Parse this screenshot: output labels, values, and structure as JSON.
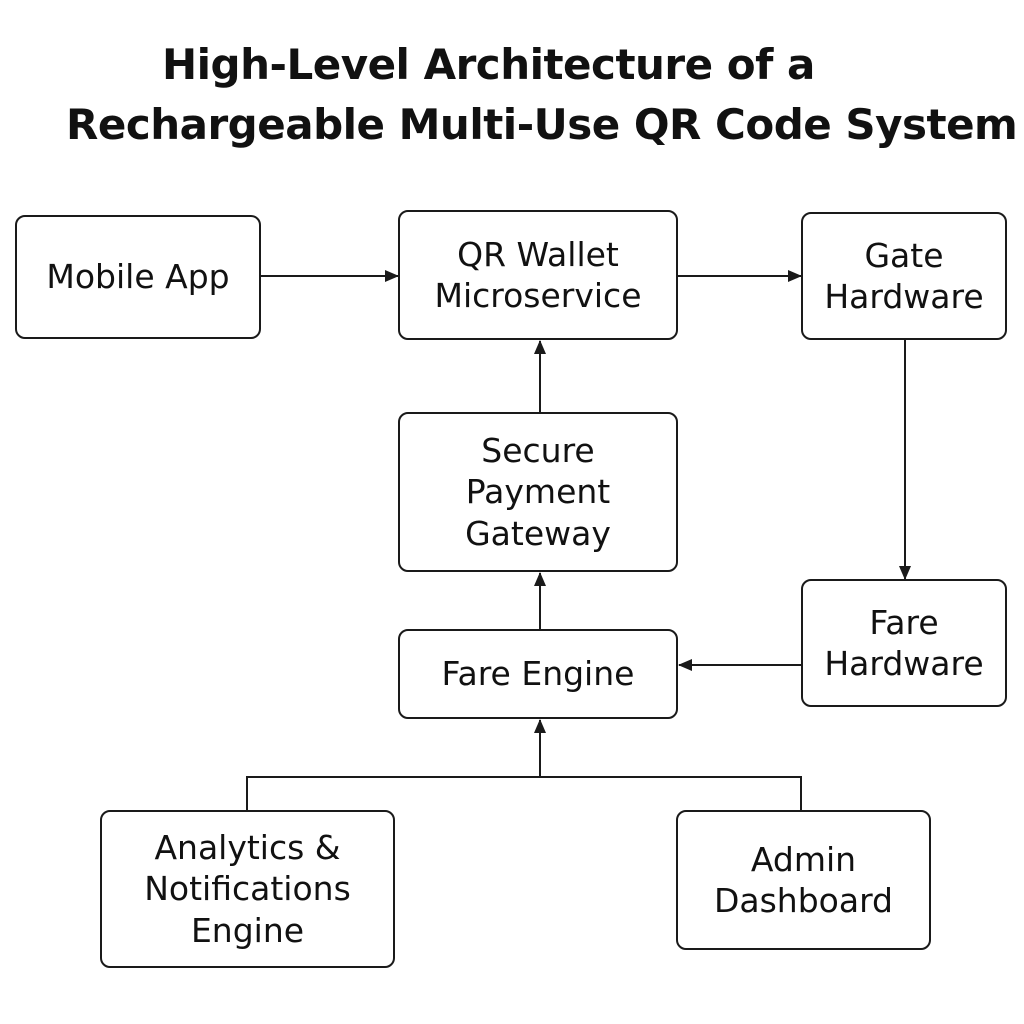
{
  "title": {
    "line1": "High-Level Architecture of a",
    "line2": "Rechargeable Multi-Use QR Code System"
  },
  "nodes": {
    "mobile_app": "Mobile App",
    "qr_wallet": "QR Wallet\nMicroservice",
    "gate_hardware": "Gate\nHardware",
    "payment_gateway": "Secure\nPayment\nGateway",
    "fare_engine": "Fare Engine",
    "fare_hardware": "Fare\nHardware",
    "analytics": "Analytics &\nNotifications\nEngine",
    "admin_dashboard": "Admin\nDashboard"
  },
  "edges": [
    {
      "from": "mobile_app",
      "to": "qr_wallet"
    },
    {
      "from": "qr_wallet",
      "to": "gate_hardware"
    },
    {
      "from": "gate_hardware",
      "to": "fare_hardware"
    },
    {
      "from": "fare_hardware",
      "to": "fare_engine"
    },
    {
      "from": "fare_engine",
      "to": "payment_gateway"
    },
    {
      "from": "payment_gateway",
      "to": "qr_wallet"
    },
    {
      "from": "analytics",
      "to": "fare_engine"
    },
    {
      "from": "admin_dashboard",
      "to": "fare_engine"
    }
  ]
}
